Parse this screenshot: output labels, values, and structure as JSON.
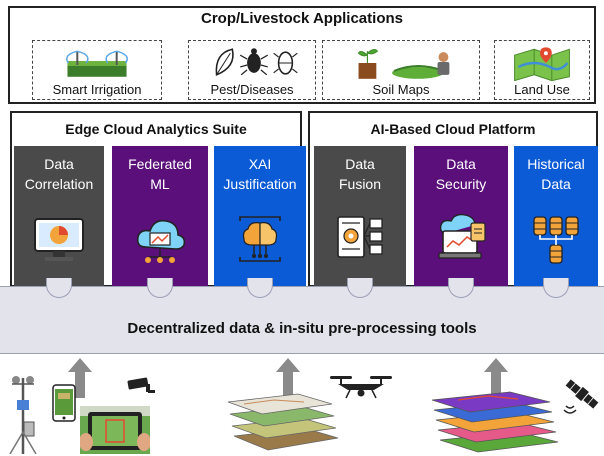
{
  "apps": {
    "title": "Crop/Livestock Applications",
    "items": [
      {
        "label": "Smart Irrigation"
      },
      {
        "label": "Pest/Diseases"
      },
      {
        "label": "Soil Maps"
      },
      {
        "label": "Land Use"
      }
    ]
  },
  "edge_panel": {
    "title": "Edge Cloud Analytics Suite",
    "columns": [
      {
        "line1": "Data",
        "line2": "Correlation",
        "icon": "monitor-chart-icon",
        "color": "#4a4a4a"
      },
      {
        "line1": "Federated",
        "line2": "ML",
        "icon": "cloud-network-icon",
        "color": "#5a0f7a"
      },
      {
        "line1": "XAI",
        "line2": "Justification",
        "icon": "brain-chip-icon",
        "color": "#0c5bd6"
      }
    ]
  },
  "ai_panel": {
    "title": "AI-Based Cloud Platform",
    "columns": [
      {
        "line1": "Data",
        "line2": "Fusion",
        "icon": "fusion-flow-icon",
        "color": "#4a4a4a"
      },
      {
        "line1": "Data",
        "line2": "Security",
        "icon": "secure-laptop-icon",
        "color": "#5a0f7a"
      },
      {
        "line1": "Historical",
        "line2": "Data",
        "icon": "database-icon",
        "color": "#0c5bd6"
      }
    ]
  },
  "band": {
    "label": "Decentralized data & in-situ pre-processing tools"
  },
  "sources": [
    {
      "icon": "weather-station-icon"
    },
    {
      "icon": "smartphone-icon"
    },
    {
      "icon": "cctv-camera-icon"
    },
    {
      "icon": "tablet-field-icon"
    },
    {
      "icon": "map-layers-icon"
    },
    {
      "icon": "drone-icon"
    },
    {
      "icon": "satellite-layers-icon"
    },
    {
      "icon": "satellite-icon"
    }
  ]
}
